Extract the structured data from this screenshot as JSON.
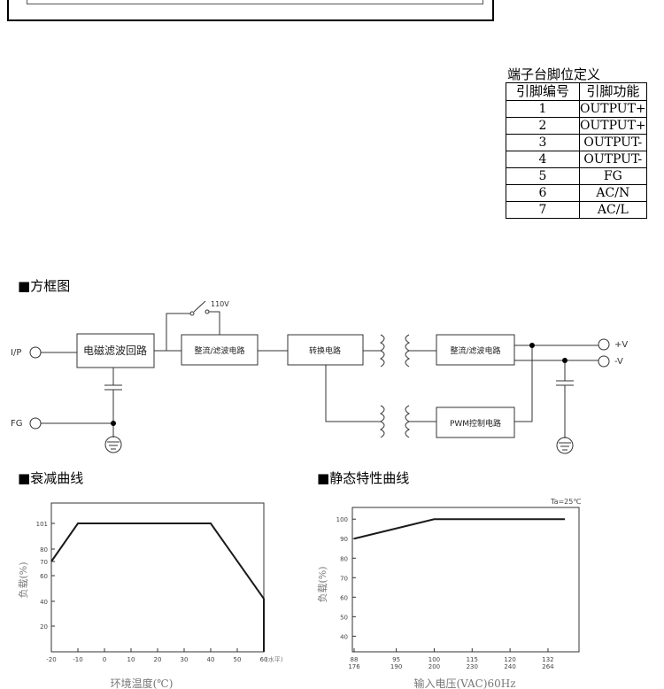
{
  "pin_table": {
    "caption": "端子台脚位定义",
    "headers": [
      "引脚编号",
      "引脚功能"
    ],
    "rows": [
      {
        "pin": "1",
        "function": "OUTPUT+"
      },
      {
        "pin": "2",
        "function": "OUTPUT+"
      },
      {
        "pin": "3",
        "function": "OUTPUT-"
      },
      {
        "pin": "4",
        "function": "OUTPUT-"
      },
      {
        "pin": "5",
        "function": "FG"
      },
      {
        "pin": "6",
        "function": "AC/N"
      },
      {
        "pin": "7",
        "function": "AC/L"
      }
    ]
  },
  "block_diagram": {
    "title": "方框图",
    "title_marker": "■",
    "blocks": {
      "emi": "电磁滤波回路",
      "rect1": "整流/滤波电路",
      "conv": "转换电路",
      "rect2": "整流/滤波电路",
      "pwm": "PWM控制电路"
    },
    "labels": {
      "input": "I/P",
      "fg": "FG",
      "switch": "110V",
      "out_pos": "+V",
      "out_neg": "-V"
    }
  },
  "derating": {
    "title": "衰减曲线",
    "title_marker": "■",
    "xlabel": "环境温度(℃)",
    "x_unit_note": "(水平)",
    "ylabel": "负载(%)",
    "color": "#1a1a1a"
  },
  "static": {
    "title": "静态特性曲线",
    "title_marker": "■",
    "xlabel": "输入电压(VAC)60Hz",
    "ylabel": "负载(%)",
    "note": "Ta=25℃",
    "color": "#1a1a1a"
  },
  "chart_data": [
    {
      "type": "line",
      "title": "衰减曲线",
      "xlabel": "环境温度(℃)",
      "ylabel": "负载(%)",
      "xlim": [
        -20,
        60
      ],
      "ylim": [
        0,
        110
      ],
      "x_ticks": [
        "-20",
        "-10",
        "0",
        "10",
        "20",
        "30",
        "40",
        "50",
        "60"
      ],
      "y_ticks": [
        "20",
        "40",
        "60",
        "70",
        "80",
        "101"
      ],
      "x": [
        -20,
        -10,
        40,
        60,
        60
      ],
      "y": [
        70,
        101,
        101,
        42,
        0
      ]
    },
    {
      "type": "line",
      "title": "静态特性曲线",
      "xlabel": "输入电压(VAC)60Hz",
      "ylabel": "负载(%)",
      "annotation": "Ta=25℃",
      "xlim": [
        0,
        10
      ],
      "ylim": [
        32,
        106
      ],
      "x_ticks_top": [
        "88",
        "95",
        "100",
        "115",
        "120",
        "132"
      ],
      "x_ticks_bottom": [
        "176",
        "190",
        "200",
        "230",
        "240",
        "264"
      ],
      "x_tick_positions": [
        0,
        2,
        3.8,
        5.6,
        7.4,
        9.2
      ],
      "y_ticks": [
        "40",
        "50",
        "60",
        "70",
        "80",
        "90",
        "100"
      ],
      "x": [
        0,
        3.8,
        10
      ],
      "y": [
        90,
        100,
        100
      ]
    }
  ]
}
